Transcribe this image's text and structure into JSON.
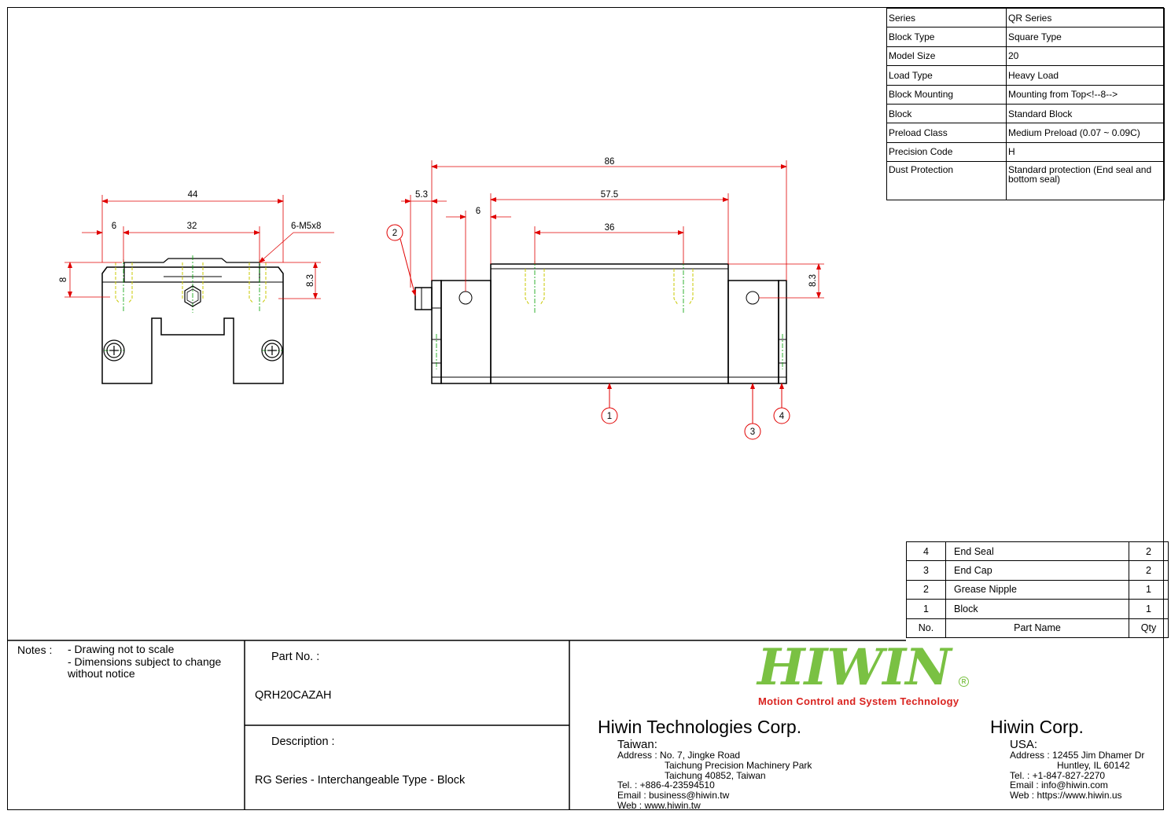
{
  "spec_table": [
    {
      "key": "Series",
      "value": "QR Series"
    },
    {
      "key": "Block Type",
      "value": "Square Type"
    },
    {
      "key": "Model Size",
      "value": "20"
    },
    {
      "key": "Load Type",
      "value": "Heavy Load"
    },
    {
      "key": "Block Mounting",
      "value": "Mounting from Top<!--8-->"
    },
    {
      "key": "Block",
      "value": "Standard Block"
    },
    {
      "key": "Preload Class",
      "value": "Medium Preload (0.07 ~ 0.09C)"
    },
    {
      "key": "Precision Code",
      "value": "H"
    },
    {
      "key": "Dust Protection",
      "value": "Standard protection (End seal and bottom seal)"
    }
  ],
  "parts_table": {
    "rows": [
      {
        "no": "4",
        "name": "End Seal",
        "qty": "2"
      },
      {
        "no": "3",
        "name": "End Cap",
        "qty": "2"
      },
      {
        "no": "2",
        "name": "Grease Nipple",
        "qty": "1"
      },
      {
        "no": "1",
        "name": "Block",
        "qty": "1"
      }
    ],
    "header": {
      "no": "No.",
      "name": "Part Name",
      "qty": "Qty"
    }
  },
  "dimensions": {
    "front_width": "44",
    "front_edge": "6",
    "front_hole_pitch": "32",
    "thread_callout": "6-M5x8",
    "front_height_left": "8",
    "front_height_right": "8.3",
    "side_length": "86",
    "side_offset": "5.3",
    "side_body": "57.5",
    "side_edge": "6",
    "side_hole_pitch": "36",
    "side_height": "8.3"
  },
  "balloons": {
    "b1": "1",
    "b2": "2",
    "b3": "3",
    "b4": "4"
  },
  "colors": {
    "dimension": "#e00000",
    "hidden": "#c8c800",
    "center": "#00a000",
    "logo_green": "#7ac143",
    "logo_red": "#d9231f"
  },
  "title_block": {
    "notes_label": "Notes :",
    "notes": [
      "- Drawing not to scale",
      "- Dimensions subject to change",
      "without notice"
    ],
    "part_no_label": "Part No. :",
    "part_no": "QRH20CAZAH",
    "description_label": "Description :",
    "description": "RG Series - Interchangeable Type - Block"
  },
  "company": {
    "logo": "HIWIN",
    "logo_mark": "R",
    "tagline": "Motion Control and System Technology",
    "taiwan": {
      "name": "Hiwin Technologies Corp.",
      "region": "Taiwan:",
      "address_1": "Address : No. 7, Jingke Road",
      "address_2": "Taichung Precision Machinery Park",
      "address_3": "Taichung 40852, Taiwan",
      "tel": "Tel. : +886-4-23594510",
      "email": "Email : business@hiwin.tw",
      "web": "Web : www.hiwin.tw"
    },
    "usa": {
      "name": "Hiwin Corp.",
      "region": "USA:",
      "address_1": "Address : 12455 Jim Dhamer Dr",
      "address_2": "Huntley, IL 60142",
      "tel": "Tel. : +1-847-827-2270",
      "email": "Email : info@hiwin.com",
      "web": "Web : https://www.hiwin.us"
    }
  }
}
